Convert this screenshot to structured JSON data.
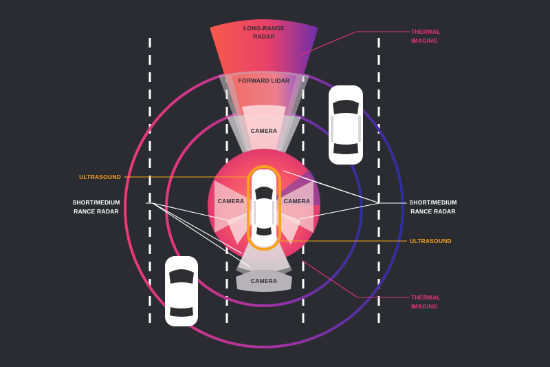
{
  "labels": {
    "long_range_radar": [
      "LONG-RANGE",
      "RADAR"
    ],
    "forward_lidar": "FORWARD LIDAR",
    "camera_front": "CAMERA",
    "camera_left": "CAMERA",
    "camera_right": "CAMERA",
    "camera_rear": "CAMERA",
    "thermal_top": [
      "THERMAL",
      "IMAGING"
    ],
    "thermal_bottom": [
      "THERMAL",
      "IMAGING"
    ],
    "ultrasound_left": "ULTRASOUND",
    "ultrasound_right": "ULTRASOUND",
    "radar_left": [
      "SHORT/MEDIUM",
      "RANCE RADAR"
    ],
    "radar_right": [
      "SHORT/MEDIUM",
      "RANCE RADAR"
    ]
  },
  "colors": {
    "background": "#2b2c31",
    "ultrasound": "#f7a41d",
    "thermal": "#e3357a",
    "radar_ring_pink": "#e4367c",
    "radar_ring_blue": "#3b34a8",
    "lane_marking": "#ffffff"
  },
  "icons": {
    "vehicle": "car-top-view-icon"
  }
}
